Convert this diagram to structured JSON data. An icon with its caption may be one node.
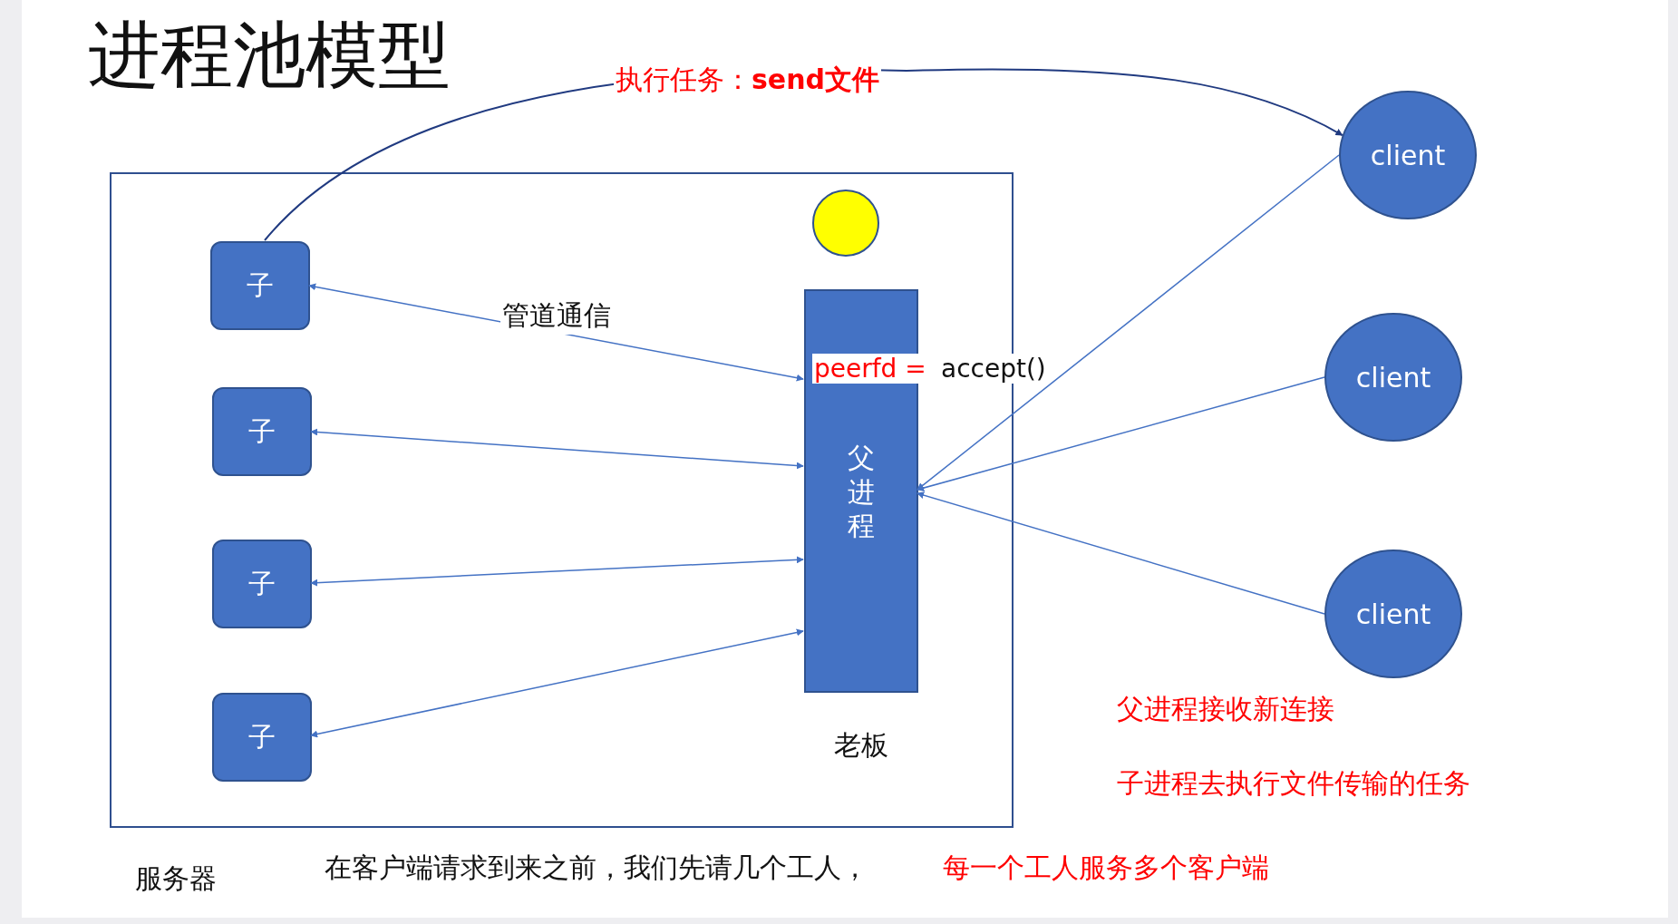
{
  "diagram": {
    "title": "进程池模型",
    "nodes": [
      {
        "text": [
          "服务器"
        ]
      },
      {
        "text": [
          "子"
        ],
        "in": 0
      },
      {
        "text": [
          "子"
        ],
        "in": 0
      },
      {
        "text": [
          "子"
        ],
        "in": 0
      },
      {
        "text": [
          "子"
        ],
        "in": 0
      },
      {
        "text": [],
        "shape": "circle",
        "in": 0
      },
      {
        "text": [
          "父进程"
        ],
        "in": 0,
        "beside": [
          "老板"
        ]
      },
      {
        "text": [
          "client"
        ]
      },
      {
        "text": [
          "client"
        ]
      },
      {
        "text": [
          "client"
        ]
      }
    ],
    "edges": [
      {
        "from": 1,
        "to": 6,
        "arrow": "both",
        "label": "管道通信"
      },
      {
        "from": 2,
        "to": 6,
        "arrow": "both"
      },
      {
        "from": 3,
        "to": 6,
        "arrow": "both"
      },
      {
        "from": 4,
        "to": 6,
        "arrow": "both"
      },
      {
        "from": 7,
        "to": 6,
        "arrow": "to"
      },
      {
        "from": 8,
        "to": 6,
        "arrow": "to"
      },
      {
        "from": 9,
        "to": 6,
        "arrow": "to"
      },
      {
        "from": 1,
        "to": 7,
        "arrow": "to",
        "label": "执行任务：**send文件**",
        "color": "#203a80"
      }
    ],
    "labels": [
      "peerfd =",
      "accept()",
      "父进程接收新连接",
      "子进程去执行文件传输的任务",
      "在客户端请求到来之前，我们先请几个工人，",
      "每一个工人服务多个客户端"
    ]
  }
}
